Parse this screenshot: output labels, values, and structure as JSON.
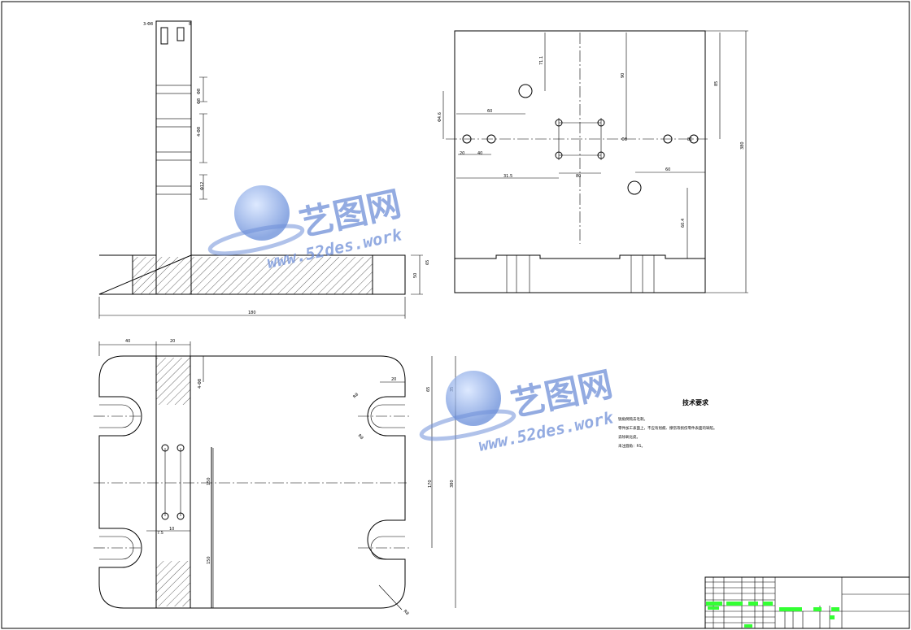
{
  "dimensions": {
    "top_view": [
      "3-Φ8",
      "8",
      "Φ8",
      "4-Φ8",
      "Φ12",
      "Φ8",
      "50",
      "65",
      "180"
    ],
    "front_view": [
      "71.1",
      "90",
      "Φ4.6",
      "60",
      "85",
      "20",
      "40",
      "Φ8",
      "80",
      "31.5",
      "60",
      "60.4",
      "80",
      "380"
    ],
    "bottom_view": [
      "40",
      "20",
      "4-Φ8",
      "20",
      "R8",
      "65",
      "35",
      "170",
      "380",
      "150",
      "7.5",
      "10",
      "150",
      "R8",
      "R8"
    ]
  },
  "technical_requirements": {
    "title": "技术要求",
    "items": [
      "锐角倒钝去毛刺。",
      "零件加工表面上，不应有划痕、擦伤等损伤零件表面的缺陷。",
      "去除氧化皮。",
      "未注圆角：R5。"
    ]
  },
  "watermarks": [
    {
      "cn": "艺图网",
      "en": "www.52des.work"
    },
    {
      "cn": "艺图网",
      "en": "www.52des.work"
    }
  ],
  "colors": {
    "line": "#000000",
    "watermark": "#6f8fd8",
    "highlight": "#33ff33"
  }
}
